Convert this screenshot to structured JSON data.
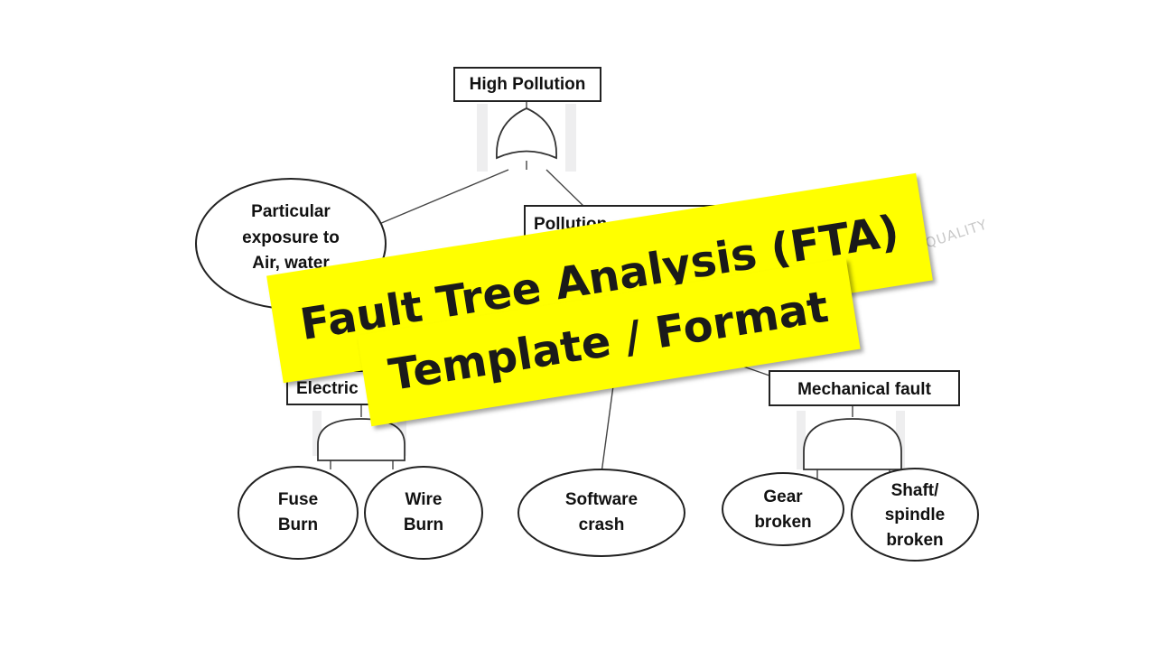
{
  "title_banner": {
    "line1": "Fault Tree Analysis (FTA)",
    "line2": "Template / Format"
  },
  "watermark": "TECHIEQUALITY",
  "fault_tree": {
    "top_event": "High Pollution",
    "particular": [
      "Particular",
      "exposure to",
      "Air, water"
    ],
    "pollution_box": "Pollution",
    "electrical_box": "Electric",
    "mechanical_box": "Mechanical fault",
    "fuse": [
      "Fuse",
      "Burn"
    ],
    "wire": [
      "Wire",
      "Burn"
    ],
    "software": [
      "Software",
      "crash"
    ],
    "gear": [
      "Gear",
      "broken"
    ],
    "shaft": [
      "Shaft/",
      "spindle",
      "broken"
    ]
  },
  "colors": {
    "banner": "#ffff00",
    "text": "#111111",
    "watermark": "#c8c8c8"
  }
}
